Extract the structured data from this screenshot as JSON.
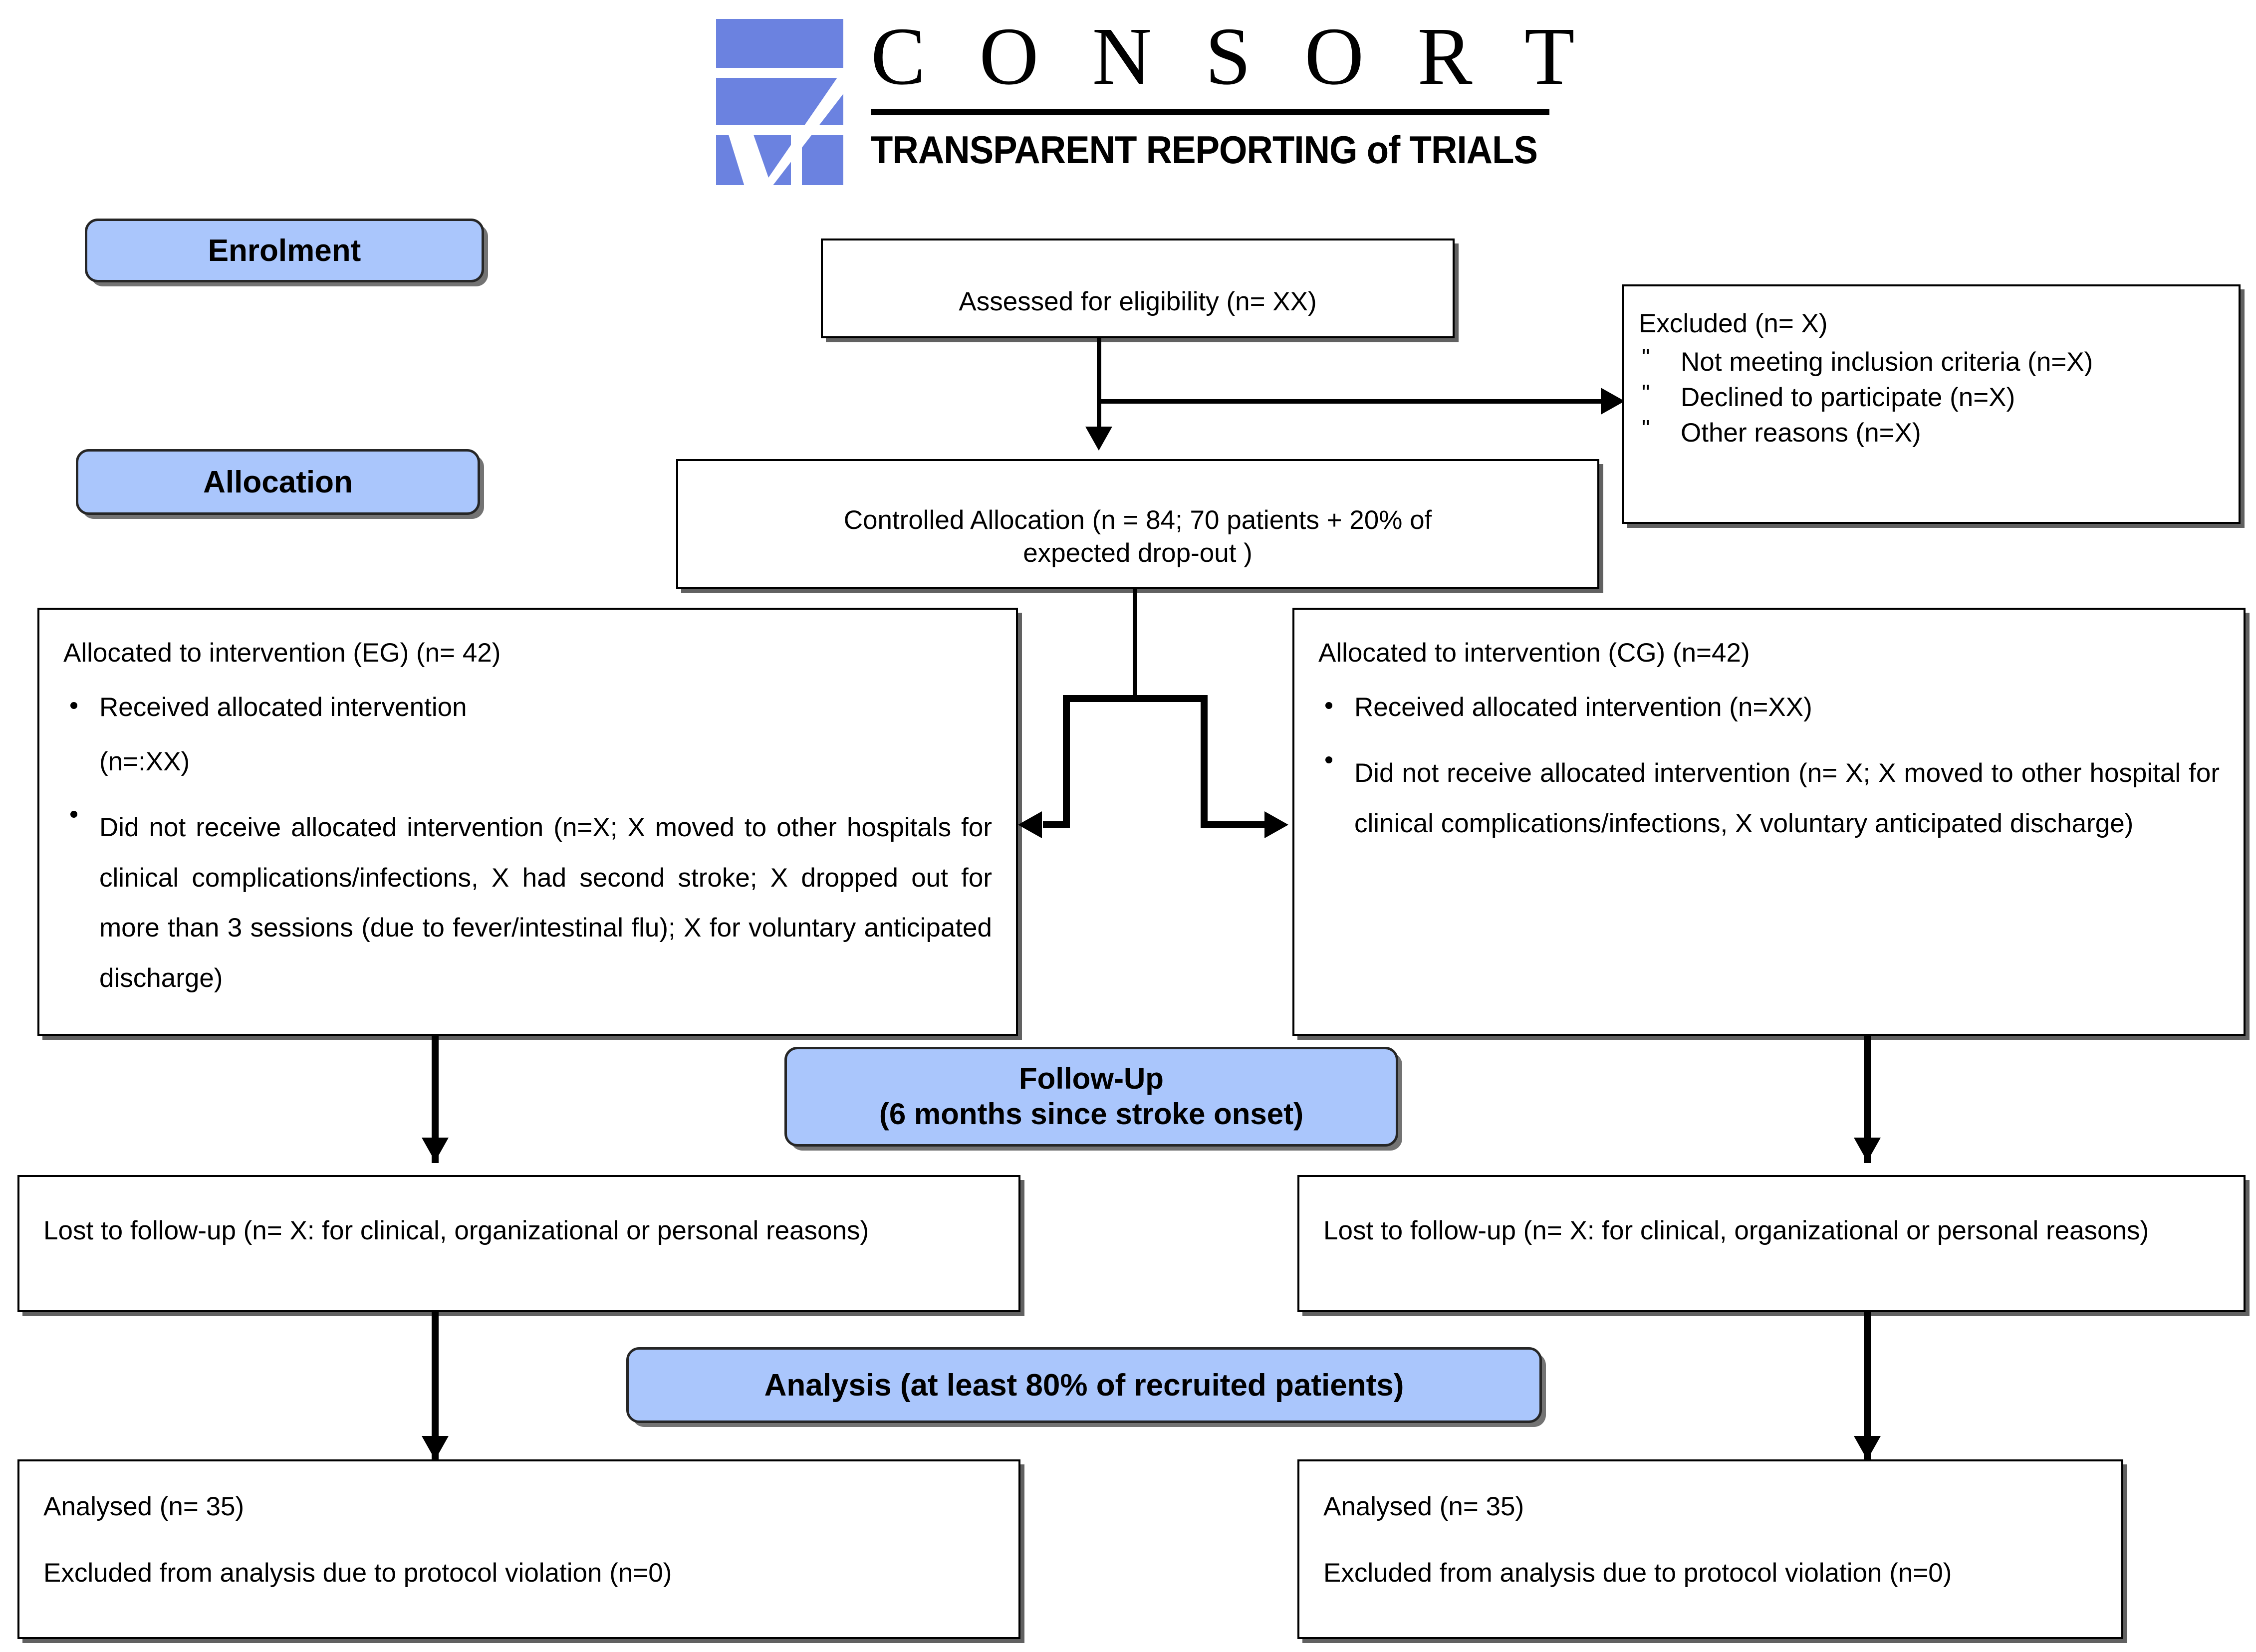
{
  "logo": {
    "wordmark": "C O N S O R T",
    "tagline": "TRANSPARENT REPORTING of TRIALS",
    "mark_icon": "consort-checkmark-icon",
    "brand_blue": "#6b82e0"
  },
  "colors": {
    "stage_label_blue": "#aac6fc",
    "box_border": "#000000",
    "text": "#000000"
  },
  "stages": {
    "enrolment": "Enrolment",
    "allocation": "Allocation",
    "followup_line1": "Follow-Up",
    "followup_line2": "(6 months since stroke onset)",
    "analysis": "Analysis (at least 80% of recruited  patients)"
  },
  "boxes": {
    "eligibility": {
      "text": "Assessed for eligibility (n= XX)"
    },
    "excluded": {
      "title": "Excluded (n= X)",
      "bullet_char": "\"",
      "items": [
        "Not meeting inclusion criteria (n=X)",
        "Declined to participate (n=X)",
        "Other reasons (n=X)"
      ]
    },
    "controlled_allocation": {
      "line1": "Controlled Allocation  (n = 84; 70 patients + 20% of",
      "line2": "expected drop-out )"
    },
    "eg_allocation": {
      "title": "Allocated to intervention (EG) (n= 42)",
      "bullet1": "Received allocated intervention",
      "bullet1_cont": "(n=:XX)",
      "bullet2": "Did not receive allocated intervention (n=X; X moved to other hospitals for clinical complications/infections, X had second stroke; X dropped out for more than 3 sessions (due to fever/intestinal flu); X  for voluntary anticipated discharge)"
    },
    "cg_allocation": {
      "title": "Allocated to intervention (CG) (n=42)",
      "bullet1": "Received allocated intervention (n=XX)",
      "bullet2": "Did not receive allocated intervention (n= X; X moved to other hospital for clinical complications/infections, X voluntary anticipated discharge)"
    },
    "eg_lost": {
      "text": "Lost to follow-up (n= X: for clinical, organizational   or personal reasons)"
    },
    "cg_lost": {
      "text": "Lost to follow-up (n= X: for clinical, organizational   or personal reasons)"
    },
    "eg_analysed": {
      "line1": "Analysed  (n= 35)",
      "line2": "Excluded from analysis due to protocol violation (n=0)"
    },
    "cg_analysed": {
      "line1": "Analysed  (n= 35)",
      "line2": "Excluded from analysis due to protocol violation (n=0)"
    }
  }
}
